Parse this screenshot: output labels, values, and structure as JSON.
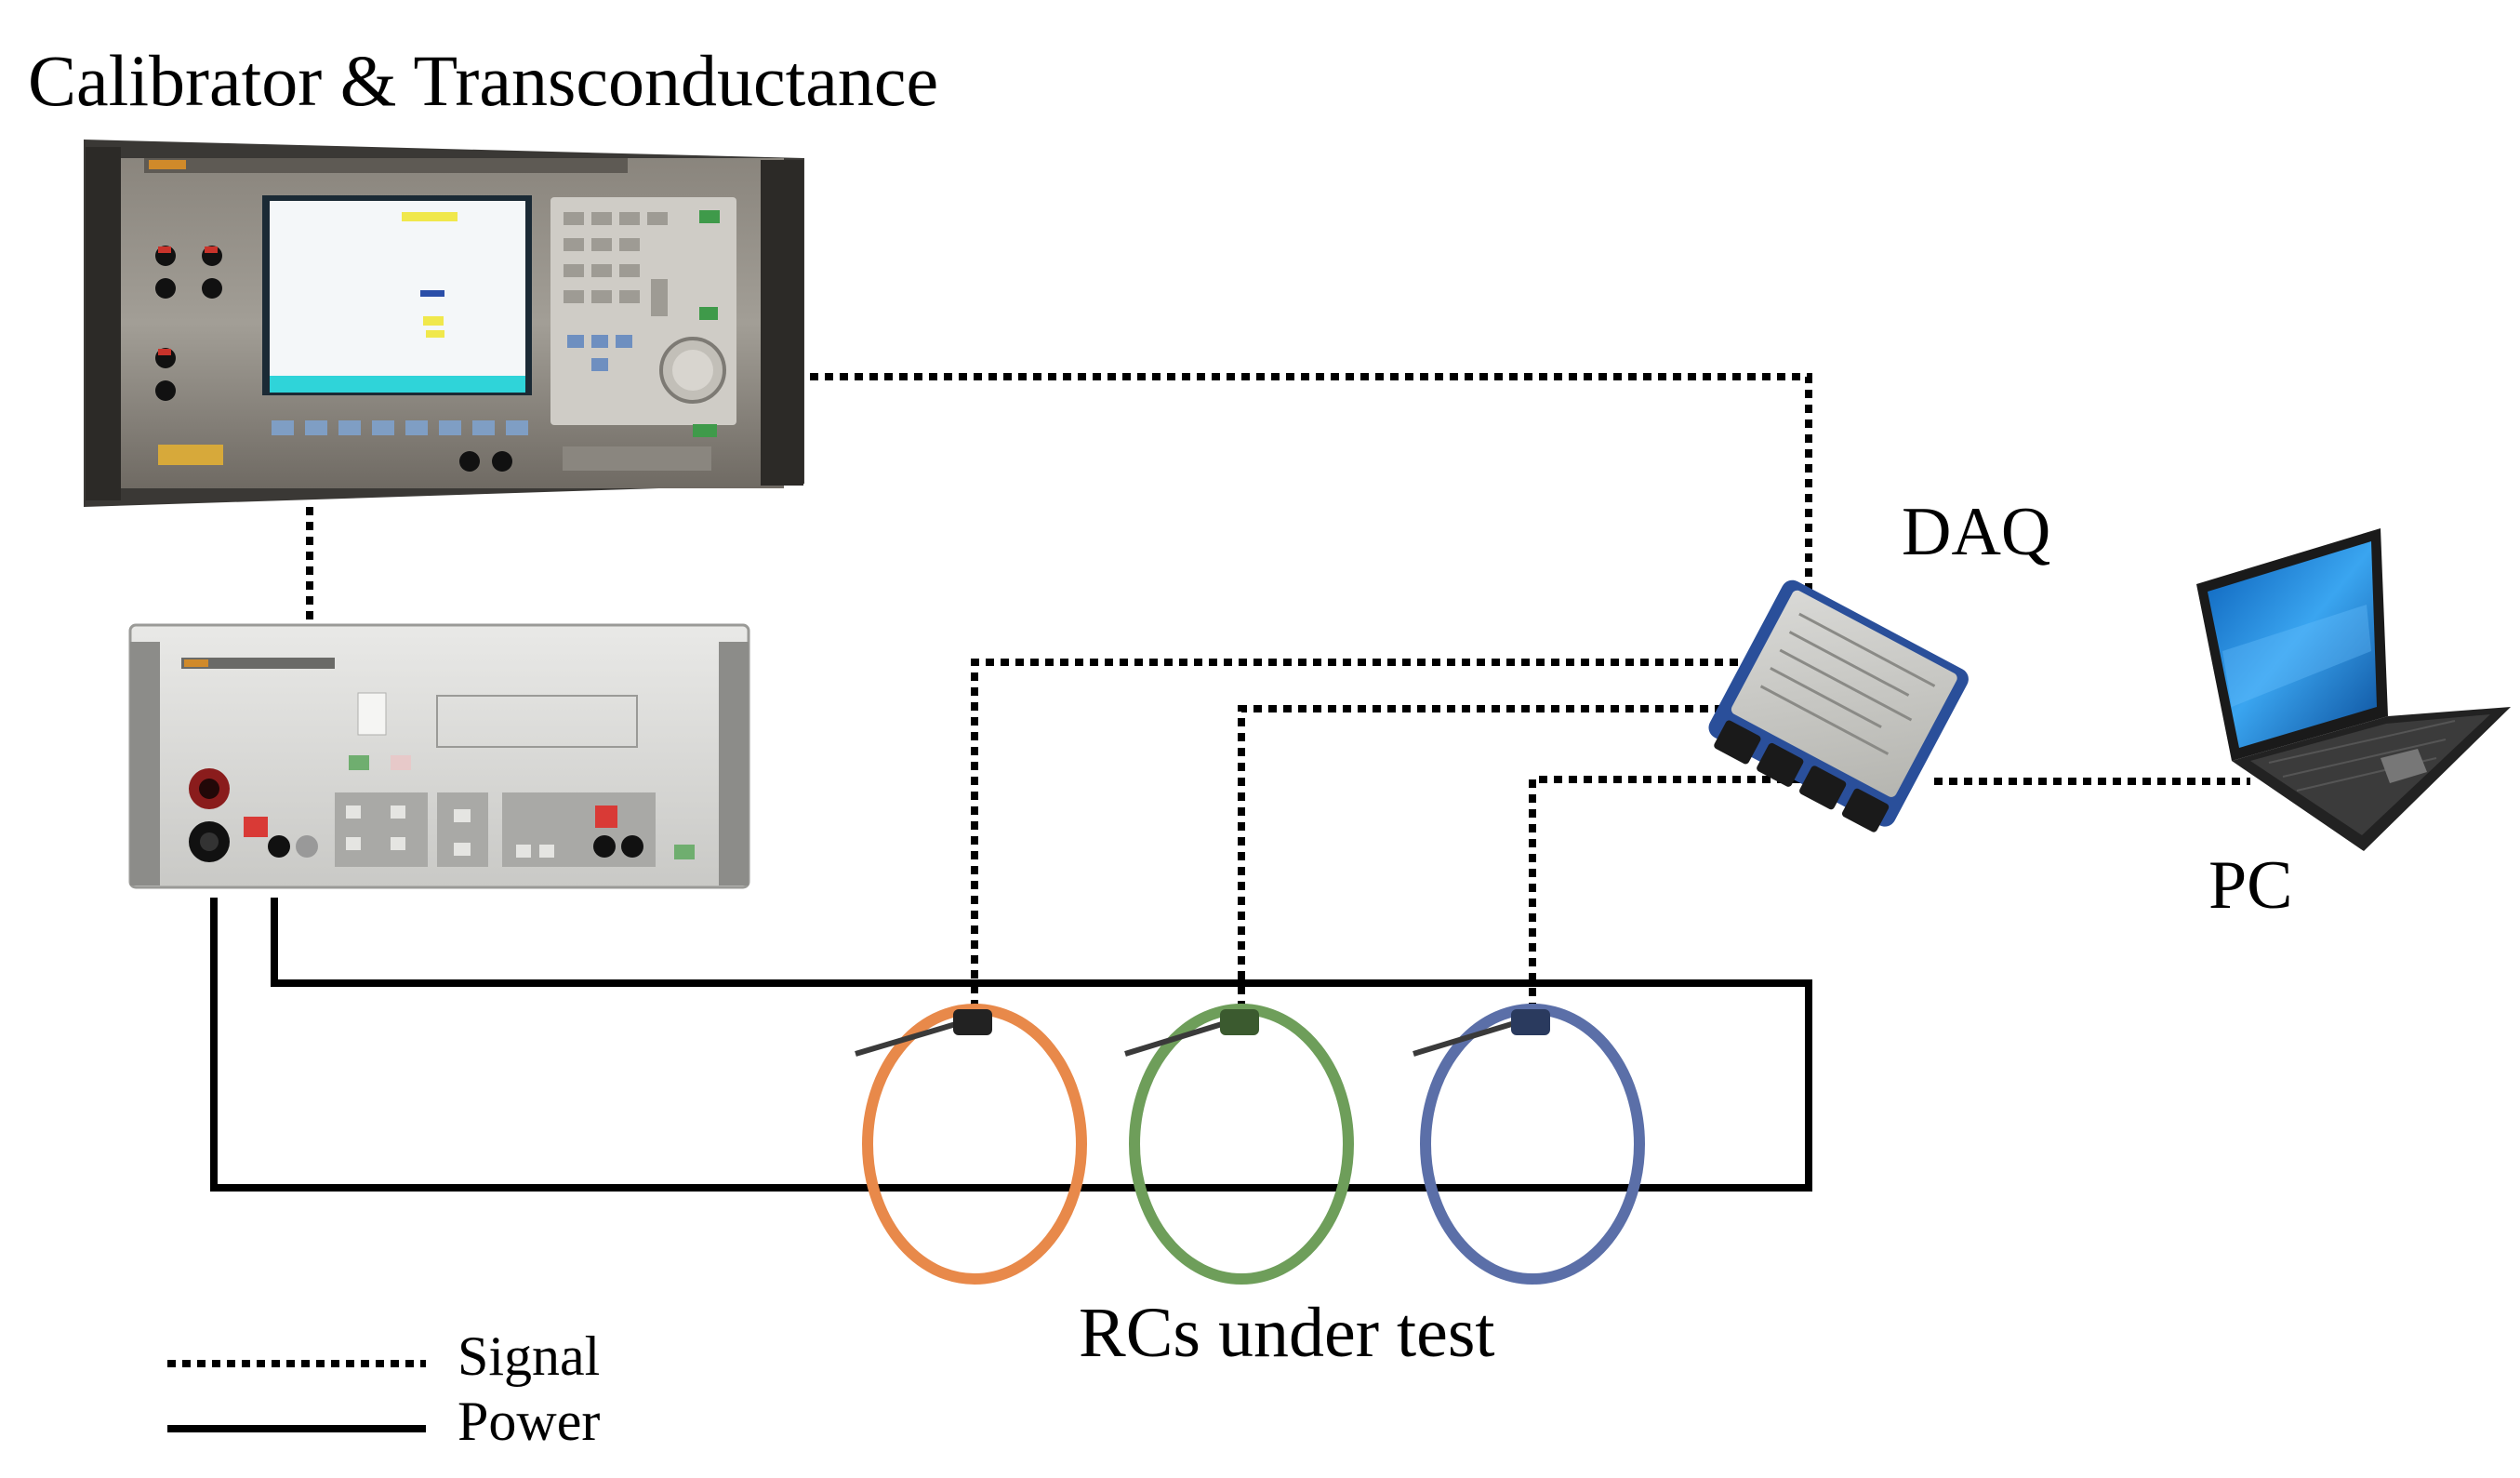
{
  "labels": {
    "title": "Calibrator & Transconductance",
    "daq": "DAQ",
    "pc": "PC",
    "rcs": "RCs under test"
  },
  "legend": {
    "signal": "Signal",
    "power": "Power"
  },
  "colors": {
    "signal_line": "#000000",
    "power_line": "#000000",
    "rc_orange": "#e8894a",
    "rc_green": "#6e9e5a",
    "rc_blue": "#5b6fa8",
    "daq_body": "#2a4f9a",
    "laptop_screen": "#1f7fd6"
  },
  "icons": [
    "calibrator-device",
    "transconductance-amplifier",
    "daq-module",
    "laptop-icon",
    "rogowski-coil"
  ]
}
